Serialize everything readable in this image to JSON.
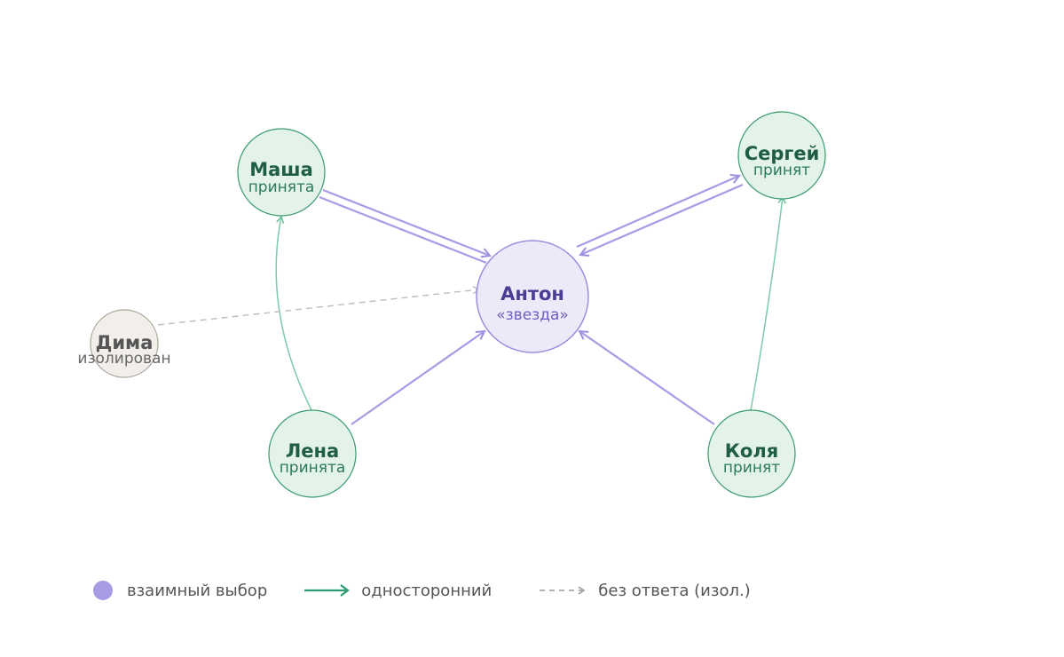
{
  "nodes": {
    "anton": {
      "name": "Антон",
      "status": "«звезда»"
    },
    "masha": {
      "name": "Маша",
      "status": "принята"
    },
    "sergey": {
      "name": "Сергей",
      "status": "принят"
    },
    "dima": {
      "name": "Дима",
      "status": "изолирован"
    },
    "lena": {
      "name": "Лена",
      "status": "принята"
    },
    "kolya": {
      "name": "Коля",
      "status": "принят"
    }
  },
  "edges": [
    {
      "from": "masha",
      "to": "anton",
      "kind": "mutual"
    },
    {
      "from": "anton",
      "to": "masha",
      "kind": "mutual"
    },
    {
      "from": "sergey",
      "to": "anton",
      "kind": "mutual"
    },
    {
      "from": "anton",
      "to": "sergey",
      "kind": "mutual"
    },
    {
      "from": "lena",
      "to": "anton",
      "kind": "mutual"
    },
    {
      "from": "kolya",
      "to": "anton",
      "kind": "mutual"
    },
    {
      "from": "lena",
      "to": "masha",
      "kind": "one-way"
    },
    {
      "from": "kolya",
      "to": "sergey",
      "kind": "one-way"
    },
    {
      "from": "dima",
      "to": "anton",
      "kind": "no-answer"
    }
  ],
  "legend": {
    "mutual": "взаимный выбор",
    "one_way": "односторонний",
    "no_answer": "без ответа (изол.)"
  },
  "colors": {
    "mutual": "#a89be6",
    "one_way": "#2e9c73",
    "no_answer": "#b0b0b0",
    "star_fill": "#eceaf9",
    "star_stroke": "#9c8fde",
    "star_text": "#4a3d94",
    "star_sub": "#6b5fc0",
    "accepted_fill": "#e3f3ea",
    "accepted_stroke": "#3a9a6e",
    "accepted_text": "#1f5e45",
    "isolated_fill": "#f2efea",
    "isolated_stroke": "#aaa49a",
    "isolated_text": "#555555"
  }
}
